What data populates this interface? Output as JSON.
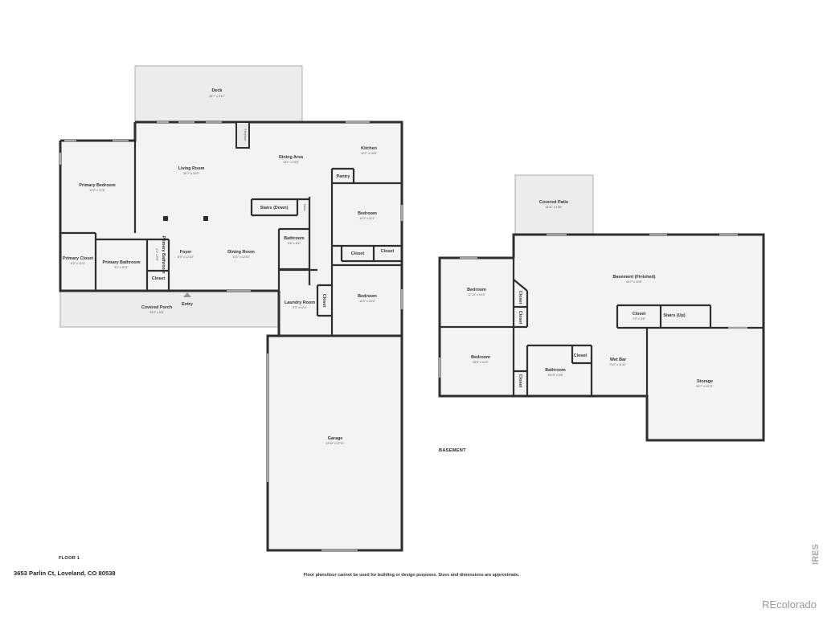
{
  "floor1": {
    "label": "FLOOR 1",
    "rooms": {
      "deck": {
        "name": "Deck",
        "dim": "26'7\" x 9'11\""
      },
      "living_room": {
        "name": "Living Room",
        "dim": "20'7\" x 16'9\""
      },
      "dining_area": {
        "name": "Dining Area",
        "dim": "14'1\" x 13'5\""
      },
      "kitchen": {
        "name": "Kitchen",
        "dim": "12'2\" x 10'6\""
      },
      "fireplace": {
        "name": "Fireplace"
      },
      "pantry": {
        "name": "Pantry"
      },
      "primary_bedroom": {
        "name": "Primary Bedroom",
        "dim": "13'2\" x 17'6\""
      },
      "stairs_down": {
        "name": "Stairs (Down)"
      },
      "stairs_side": {
        "name": "Stairs"
      },
      "bedroom_a": {
        "name": "Bedroom",
        "dim": "12'2\" x 11'1\""
      },
      "bathroom": {
        "name": "Bathroom",
        "dim": "5'6\" x 8'4\""
      },
      "closet_a": {
        "name": "Closet"
      },
      "closet_b": {
        "name": "Closet"
      },
      "primary_closet": {
        "name": "Primary Closet",
        "dim": "6'2\" x 10'4\""
      },
      "primary_bathroom": {
        "name": "Primary Bathroom",
        "dim": "9'1\" x 8'11\""
      },
      "primary_bath_small": {
        "name": "Primary Bathroom",
        "dim": "4'2\" x 5'6\""
      },
      "foyer": {
        "name": "Foyer",
        "dim": "6'0\" x 12'10\""
      },
      "dining_room": {
        "name": "Dining Room",
        "dim": "13'1\" x 12'10\""
      },
      "closet_c": {
        "name": "Closet"
      },
      "laundry_room": {
        "name": "Laundry Room",
        "dim": "9'3\" x 12'4\""
      },
      "closet_d": {
        "name": "Closet"
      },
      "bedroom_b": {
        "name": "Bedroom",
        "dim": "12'2\" x 13'2\""
      },
      "covered_porch": {
        "name": "Covered Porch",
        "dim": "39'2\" x 6'5\""
      },
      "entry": {
        "name": "Entry"
      },
      "garage": {
        "name": "Garage",
        "dim": "23'10\" x 37'11\""
      }
    }
  },
  "basement": {
    "label": "BASEMENT",
    "rooms": {
      "covered_patio": {
        "name": "Covered Patio",
        "dim": "13'11\" x 10'6\""
      },
      "basement_finished": {
        "name": "Basement (Finished)",
        "dim": "44'7\" x 19'8\""
      },
      "bedroom_a": {
        "name": "Bedroom",
        "dim": "12'10\" x 12'0\""
      },
      "closet_a": {
        "name": "Closet"
      },
      "closet_b": {
        "name": "Closet"
      },
      "closet_c": {
        "name": "Closet",
        "dim": "7'2\" x 3'8\""
      },
      "stairs_up": {
        "name": "Stairs (Up)"
      },
      "bedroom_b": {
        "name": "Bedroom",
        "dim": "15'5\" x 12'1\""
      },
      "bathroom": {
        "name": "Bathroom",
        "dim": "10'10\" x 6'8\""
      },
      "closet_d": {
        "name": "Closet"
      },
      "closet_e": {
        "name": "Closet"
      },
      "wet_bar": {
        "name": "Wet Bar",
        "dim": "9'11\" x 11'11\""
      },
      "storage": {
        "name": "Storage",
        "dim": "20'7\" x 19'11\""
      }
    }
  },
  "footer": {
    "address": "3653 Parlin Ct, Loveland, CO 80538",
    "disclaimer": "Floor plans/tour cannot be used for building or design purposes. Sizes and dimensions are approximate.",
    "brand": "REcolorado",
    "watermark": "IRES"
  }
}
